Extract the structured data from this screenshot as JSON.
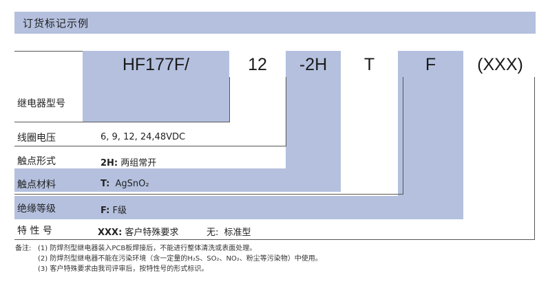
{
  "header": {
    "title": "订货标记示例"
  },
  "codes": {
    "model": "HF177F/",
    "coil": "12",
    "contact": "-2H",
    "material": "T",
    "insulation": "F",
    "special": "(XXX)"
  },
  "rows": {
    "relay_model": {
      "label": "继电器型号"
    },
    "coil_voltage": {
      "label": "线圈电压",
      "value": "6, 9, 12, 24,48VDC"
    },
    "contact_form": {
      "label": "触点形式",
      "key": "2H:",
      "value": "两组常开"
    },
    "contact_material": {
      "label": "触点材料",
      "key": "T:",
      "value": "AgSnO₂"
    },
    "insulation_class": {
      "label": "绝缘等级",
      "key": "F:",
      "value": "F级"
    },
    "special_code": {
      "label": "特 性 号",
      "key": "XXX:",
      "value": "客户特殊要求",
      "key2": "无:",
      "value2": "标准型"
    }
  },
  "notes": {
    "prefix": "备注:",
    "items": [
      "(1)  防焊剂型继电器装入PCB板焊接后，不能进行整体清洗或表面处理。",
      "(2)  防焊剂型继电器不能在污染环境（含一定量的H₂S、SO₂、NO₂、粉尘等污染物）中使用。",
      "(3)  客户特殊要求由我司评审后，按特性号的形式标识。"
    ]
  }
}
